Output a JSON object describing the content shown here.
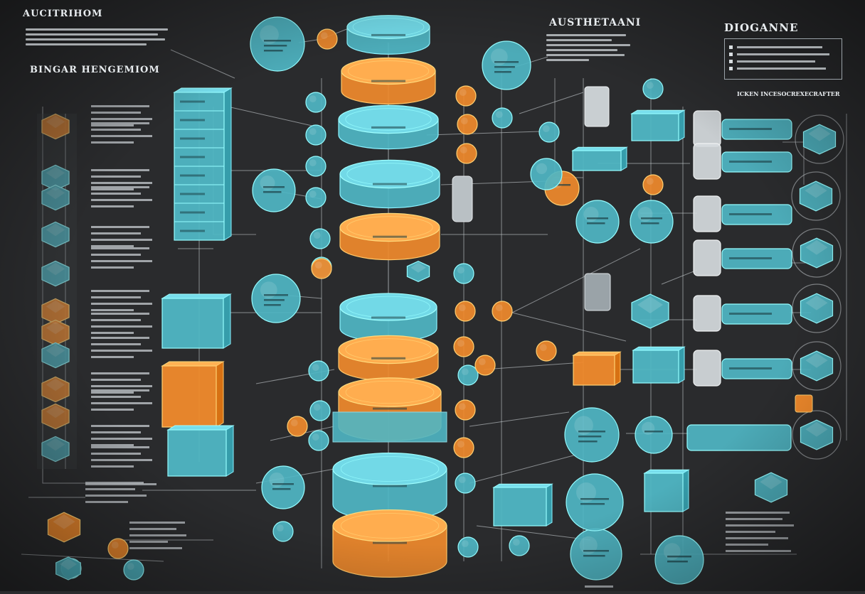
{
  "header": {
    "top_left_title": "AUCITRIHOM",
    "top_left_subheading": "BINGAR HENGEMIOM",
    "top_center_title": "AUSTHETAANI",
    "top_right_title": "DIOGANNE",
    "top_right_footer": "ICKEN INCESOCREXECRAFTER"
  },
  "colors": {
    "background": "#2a2b2d",
    "teal": "#4fb6c4",
    "teal_light": "#8fd6df",
    "orange": "#f08a2c",
    "line": "#c8cdd1",
    "text": "#e8ecef"
  }
}
